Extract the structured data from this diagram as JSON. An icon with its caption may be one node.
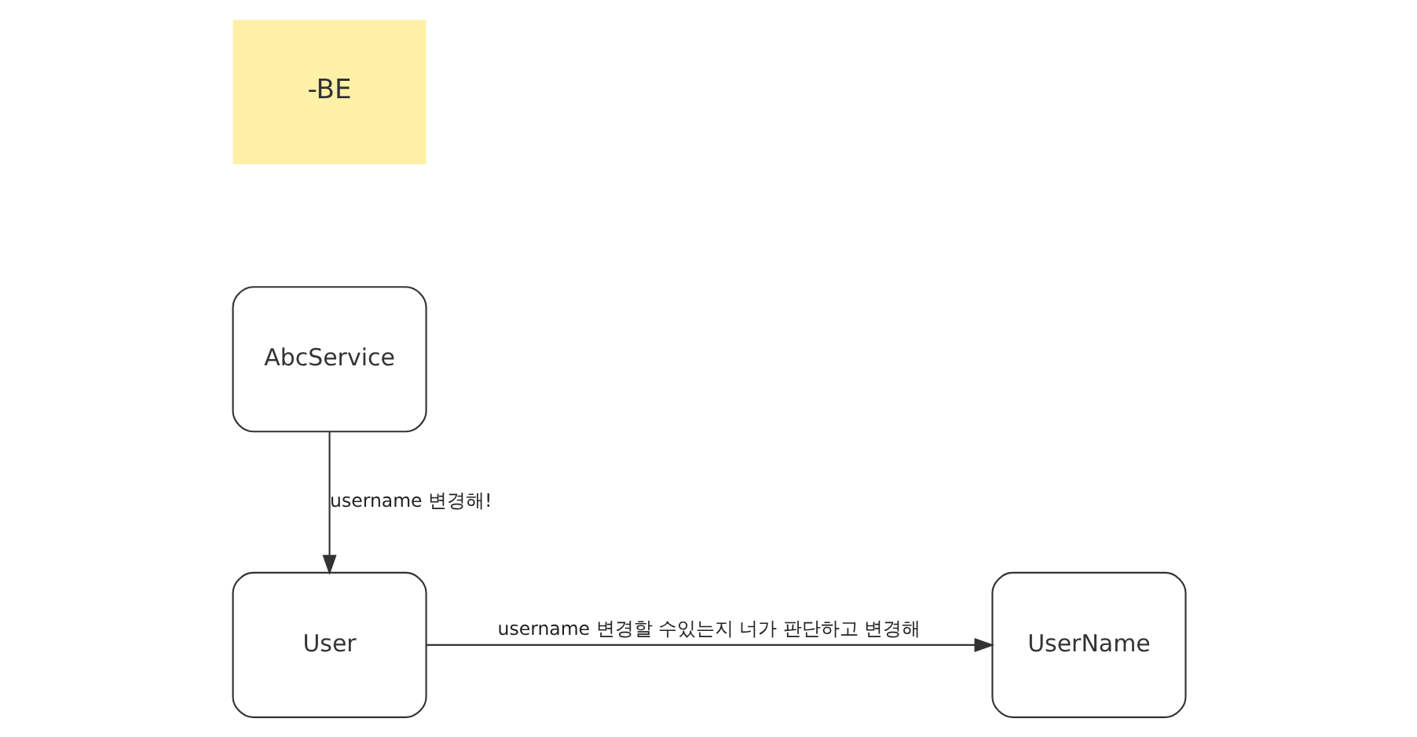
{
  "diagram": {
    "nodes": [
      {
        "text": [
          "AbcService"
        ]
      },
      {
        "text": [
          "User"
        ]
      },
      {
        "text": [
          "UserName"
        ]
      }
    ],
    "edges": [
      {
        "from": 0,
        "to": 1,
        "arrow": "to",
        "label": "username 변경해!"
      },
      {
        "from": 1,
        "to": 2,
        "arrow": "to",
        "label": "username 변경할 수있는지 너가 판단하고 변경해"
      }
    ],
    "labels": [
      "-BE"
    ]
  }
}
